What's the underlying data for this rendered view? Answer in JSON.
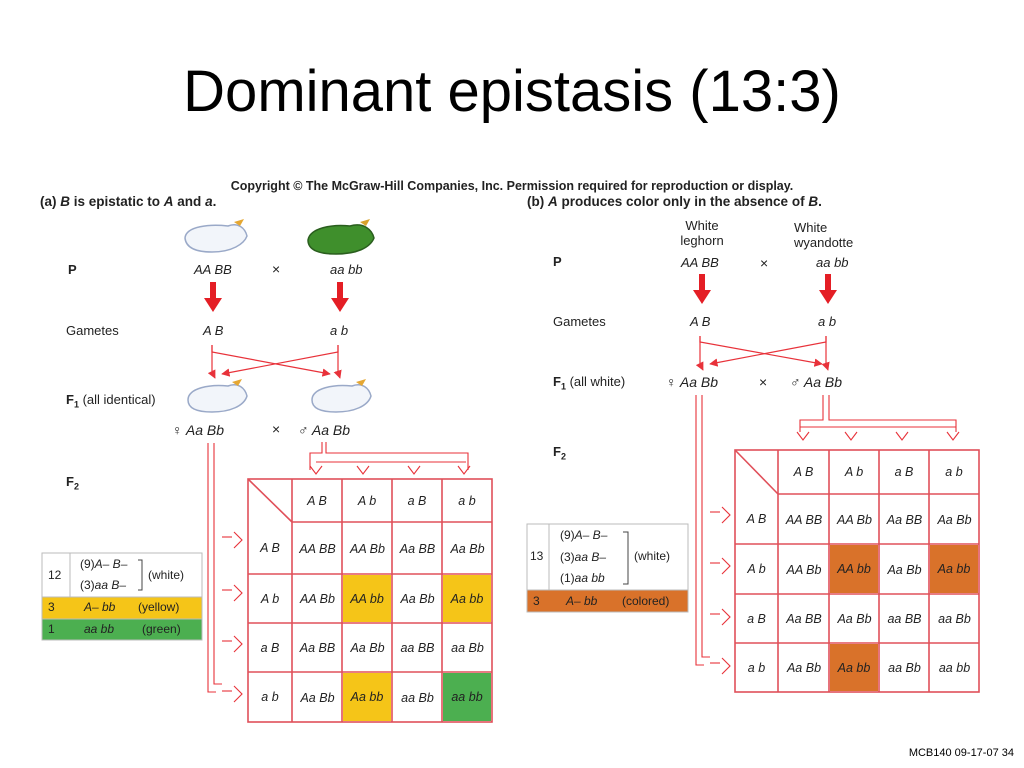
{
  "slide": {
    "title": "Dominant epistasis (13:3)",
    "copyright": "Copyright © The McGraw-Hill Companies, Inc. Permission required for reproduction or display.",
    "footer": "MCB140 09-17-07 34"
  },
  "colors": {
    "arrow_red": "#e41e25",
    "cross_line": "#e8323a",
    "grid_red": "#e0505a",
    "yellow": "#f5c518",
    "green": "#4caf50",
    "orange": "#d9722a",
    "light_arrow": "#f08a8a"
  },
  "panel_a": {
    "letter": "(a)",
    "heading_gene1": "B",
    "heading_mid": " is epistatic to ",
    "heading_gene2": "A",
    "heading_and": " and ",
    "heading_gene3": "a",
    "heading_end": ".",
    "rows": {
      "p": "P",
      "gametes": "Gametes",
      "f1": "F",
      "f1_sub": "1",
      "f1_note": "(all identical)",
      "f2": "F",
      "f2_sub": "2"
    },
    "parent1_genotype": "AA BB",
    "parent2_genotype": "aa bb",
    "times": "×",
    "gamete1": "A B",
    "gamete2": "a b",
    "f1_female": "♀  Aa Bb",
    "f1_male": "♂  Aa Bb",
    "grid_headers": [
      "A B",
      "A b",
      "a B",
      "a b"
    ],
    "grid_rows": [
      [
        "AA BB",
        "AA Bb",
        "Aa BB",
        "Aa Bb"
      ],
      [
        "AA Bb",
        "AA bb",
        "Aa Bb",
        "Aa bb"
      ],
      [
        "Aa BB",
        "Aa Bb",
        "aa BB",
        "aa Bb"
      ],
      [
        "Aa Bb",
        "Aa bb",
        "aa Bb",
        "aa bb"
      ]
    ],
    "grid_fills": [
      [
        "",
        "",
        "",
        ""
      ],
      [
        "",
        "yellow",
        "",
        "yellow"
      ],
      [
        "",
        "",
        "",
        ""
      ],
      [
        "",
        "yellow",
        "",
        "green"
      ]
    ],
    "legend": {
      "white_count": "12",
      "white_line1_num": "(9)",
      "white_line1_geno": "A– B–",
      "white_line2_num": "(3)",
      "white_line2_geno": "aa B–",
      "white_label": "(white)",
      "yellow_count": "3",
      "yellow_geno": "A– bb",
      "yellow_label": "(yellow)",
      "green_count": "1",
      "green_geno": "aa  bb",
      "green_label": "(green)"
    }
  },
  "panel_b": {
    "letter": "(b)",
    "heading_gene1": "A",
    "heading_mid": " produces color only in the absence of ",
    "heading_gene2": "B",
    "heading_end": ".",
    "rows": {
      "p": "P",
      "gametes": "Gametes",
      "f1": "F",
      "f1_sub": "1",
      "f1_note": "(all white)",
      "f2": "F",
      "f2_sub": "2"
    },
    "parent1_name_line1": "White",
    "parent1_name_line2": "leghorn",
    "parent2_name_line1": "White",
    "parent2_name_line2": "wyandotte",
    "parent1_genotype": "AA BB",
    "parent2_genotype": "aa bb",
    "times": "×",
    "gamete1": "A B",
    "gamete2": "a b",
    "f1_female": "♀ Aa Bb",
    "f1_male": "♂ Aa Bb",
    "grid_headers": [
      "A B",
      "A b",
      "a B",
      "a b"
    ],
    "grid_rows": [
      [
        "AA BB",
        "AA Bb",
        "Aa BB",
        "Aa Bb"
      ],
      [
        "AA Bb",
        "AA bb",
        "Aa Bb",
        "Aa bb"
      ],
      [
        "Aa BB",
        "Aa Bb",
        "aa BB",
        "aa Bb"
      ],
      [
        "Aa Bb",
        "Aa bb",
        "aa Bb",
        "aa bb"
      ]
    ],
    "grid_fills": [
      [
        "",
        "",
        "",
        ""
      ],
      [
        "",
        "orange",
        "",
        "orange"
      ],
      [
        "",
        "",
        "",
        ""
      ],
      [
        "",
        "orange",
        "",
        ""
      ]
    ],
    "legend": {
      "white_count": "13",
      "white_line1_num": "(9)",
      "white_line1_geno": "A– B–",
      "white_line2_num": "(3)",
      "white_line2_geno": "aa B–",
      "white_line3_num": "(1)",
      "white_line3_geno": "aa bb",
      "white_label": "(white)",
      "colored_count": "3",
      "colored_geno": "A–  bb",
      "colored_label": "(colored)"
    }
  }
}
